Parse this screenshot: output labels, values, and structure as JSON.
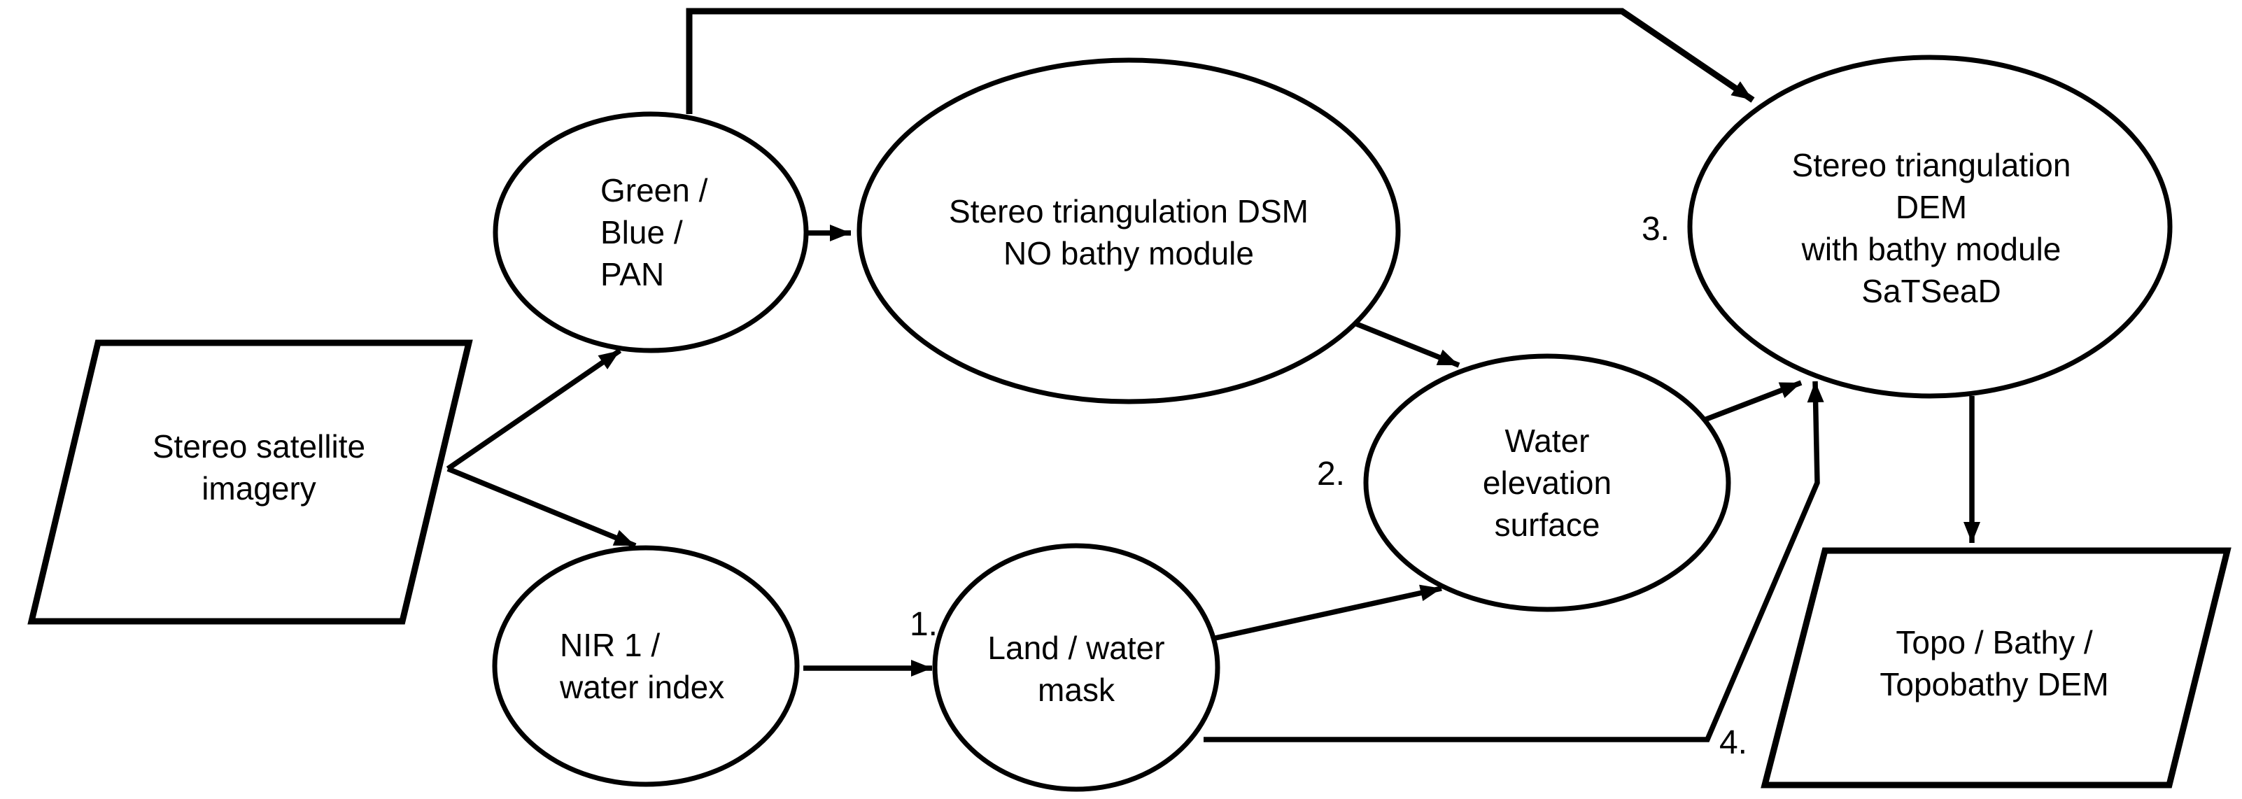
{
  "colors": {
    "stroke": "#000000",
    "background": "#ffffff"
  },
  "diagram": {
    "description": "Flowchart of stereo satellite imagery processing into topobathymetric DEM",
    "nodes": [
      {
        "id": "stereo-satellite-imagery",
        "shape": "parallelogram",
        "label": "Stereo satellite\nimagery"
      },
      {
        "id": "green-blue-pan",
        "shape": "ellipse",
        "label": "Green /\nBlue /\nPAN"
      },
      {
        "id": "stereo-triangulation-dsm",
        "shape": "ellipse",
        "label": "Stereo triangulation DSM\nNO bathy module"
      },
      {
        "id": "water-elevation-surface",
        "shape": "ellipse",
        "label": "Water\nelevation\nsurface"
      },
      {
        "id": "stereo-triangulation-dem",
        "shape": "ellipse",
        "label": "Stereo triangulation DEM\nwith bathy module\nSaTSeaD"
      },
      {
        "id": "nir1-water-index",
        "shape": "ellipse",
        "label": "NIR 1 /\nwater index"
      },
      {
        "id": "land-water-mask",
        "shape": "ellipse",
        "label": "Land / water\nmask"
      },
      {
        "id": "topo-bathy-dem",
        "shape": "parallelogram",
        "label": "Topo / Bathy /\nTopobathy DEM"
      }
    ],
    "steps": [
      {
        "text": "1."
      },
      {
        "text": "2."
      },
      {
        "text": "3."
      },
      {
        "text": "4."
      }
    ],
    "edges": [
      {
        "from": "stereo-satellite-imagery",
        "to": "green-blue-pan"
      },
      {
        "from": "stereo-satellite-imagery",
        "to": "nir1-water-index"
      },
      {
        "from": "green-blue-pan",
        "to": "stereo-triangulation-dsm"
      },
      {
        "from": "green-blue-pan",
        "to": "stereo-triangulation-dem",
        "route": "top"
      },
      {
        "from": "stereo-triangulation-dsm",
        "to": "water-elevation-surface"
      },
      {
        "from": "nir1-water-index",
        "to": "land-water-mask",
        "step": "1."
      },
      {
        "from": "land-water-mask",
        "to": "water-elevation-surface",
        "step": "2."
      },
      {
        "from": "water-elevation-surface",
        "to": "stereo-triangulation-dem",
        "step": "3."
      },
      {
        "from": "land-water-mask",
        "to": "stereo-triangulation-dem",
        "step": "4.",
        "route": "bottom"
      },
      {
        "from": "stereo-triangulation-dem",
        "to": "topo-bathy-dem"
      }
    ]
  }
}
